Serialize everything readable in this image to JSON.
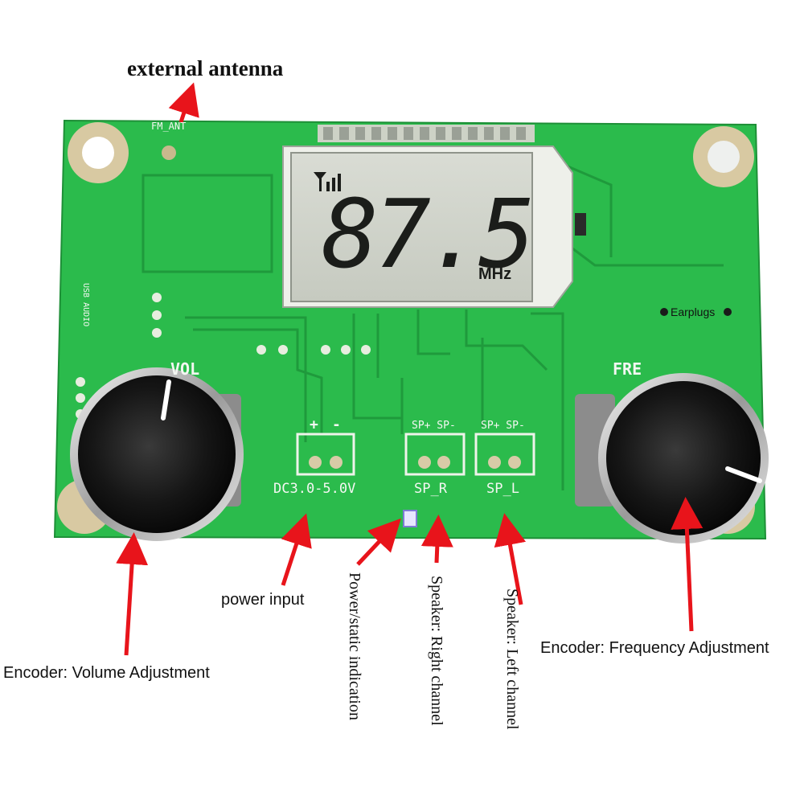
{
  "callouts": {
    "external_antenna": "external antenna",
    "power_input": "power input",
    "power_static": "Power/static indication",
    "speaker_right": "Speaker: Right channel",
    "speaker_left": "Speaker: Left channel",
    "encoder_volume": "Encoder: Volume Adjustment",
    "encoder_frequency": "Encoder: Frequency Adjustment"
  },
  "board": {
    "antenna_pad": "FM_ANT",
    "usb_audio": "USB AUDIO",
    "earplugs": "Earplugs",
    "vol": "VOL",
    "fre": "FRE",
    "power_plus": "+",
    "power_minus": "-",
    "power_spec": "DC3.0-5.0V",
    "sp_right_pins": "SP+ SP-",
    "sp_left_pins": "SP+ SP-",
    "sp_right": "SP_R",
    "sp_left": "SP_L"
  },
  "lcd": {
    "frequency": "87.5",
    "unit": "MHz",
    "signal_icon": "antenna-signal-icon"
  },
  "colors": {
    "pcb": "#2bbb4c",
    "trace": "#1f9a3c",
    "lcd": "#cfd3c9",
    "lcd_digits": "#1b1d1a",
    "arrow": "#e8141b",
    "knob": "#141414"
  }
}
